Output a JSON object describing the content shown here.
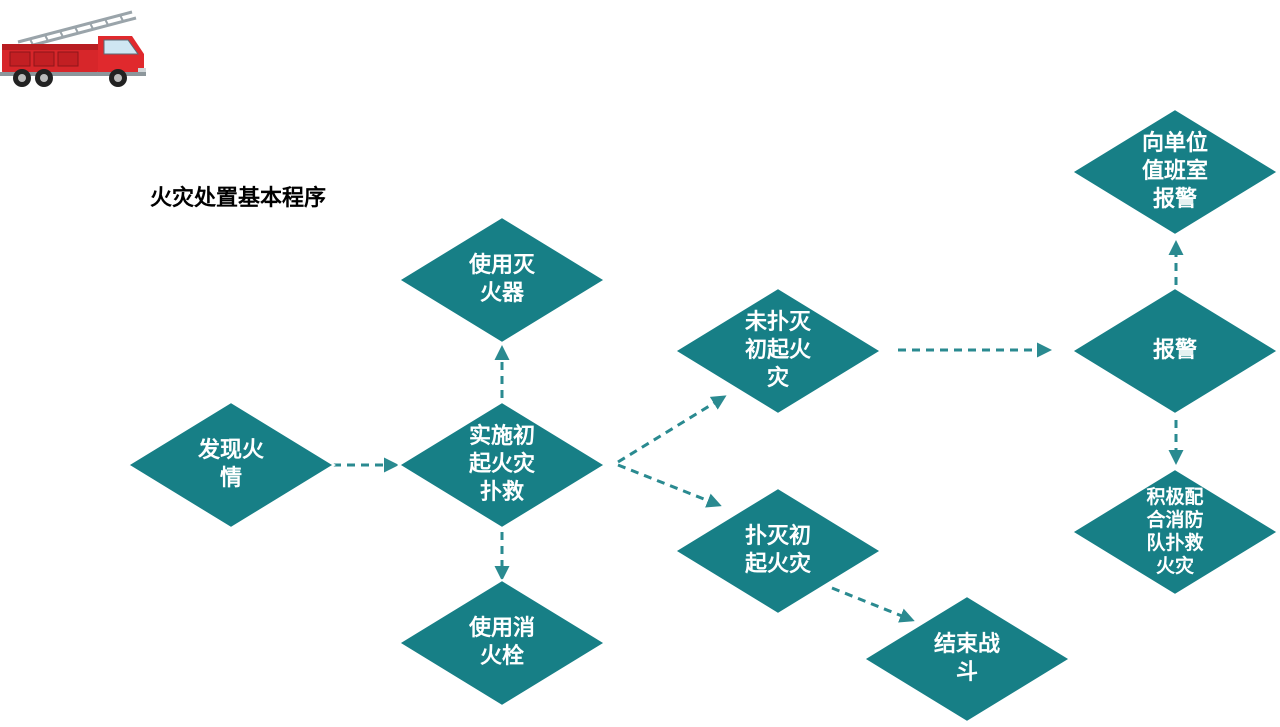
{
  "header": {
    "title": "火灾处置基本程序"
  },
  "colors": {
    "node_fill": "#177f86",
    "node_stroke": "#ffffff",
    "arrow": "#2a8a90",
    "title": "#000000"
  },
  "icons": {
    "logo": "fire-truck-icon"
  },
  "nodes": {
    "discover": "发现火情",
    "initial_rescue": "实施初起火灾扑救",
    "use_extinguisher": "使用灭火器",
    "use_hydrant": "使用消火栓",
    "not_extinguished": "未扑灭初起火灾",
    "extinguished": "扑灭初起火灾",
    "end_fight": "结束战斗",
    "alarm": "报警",
    "report_duty_room": "向单位值班室报警",
    "cooperate": "积极配合消防队扑救火灾"
  }
}
